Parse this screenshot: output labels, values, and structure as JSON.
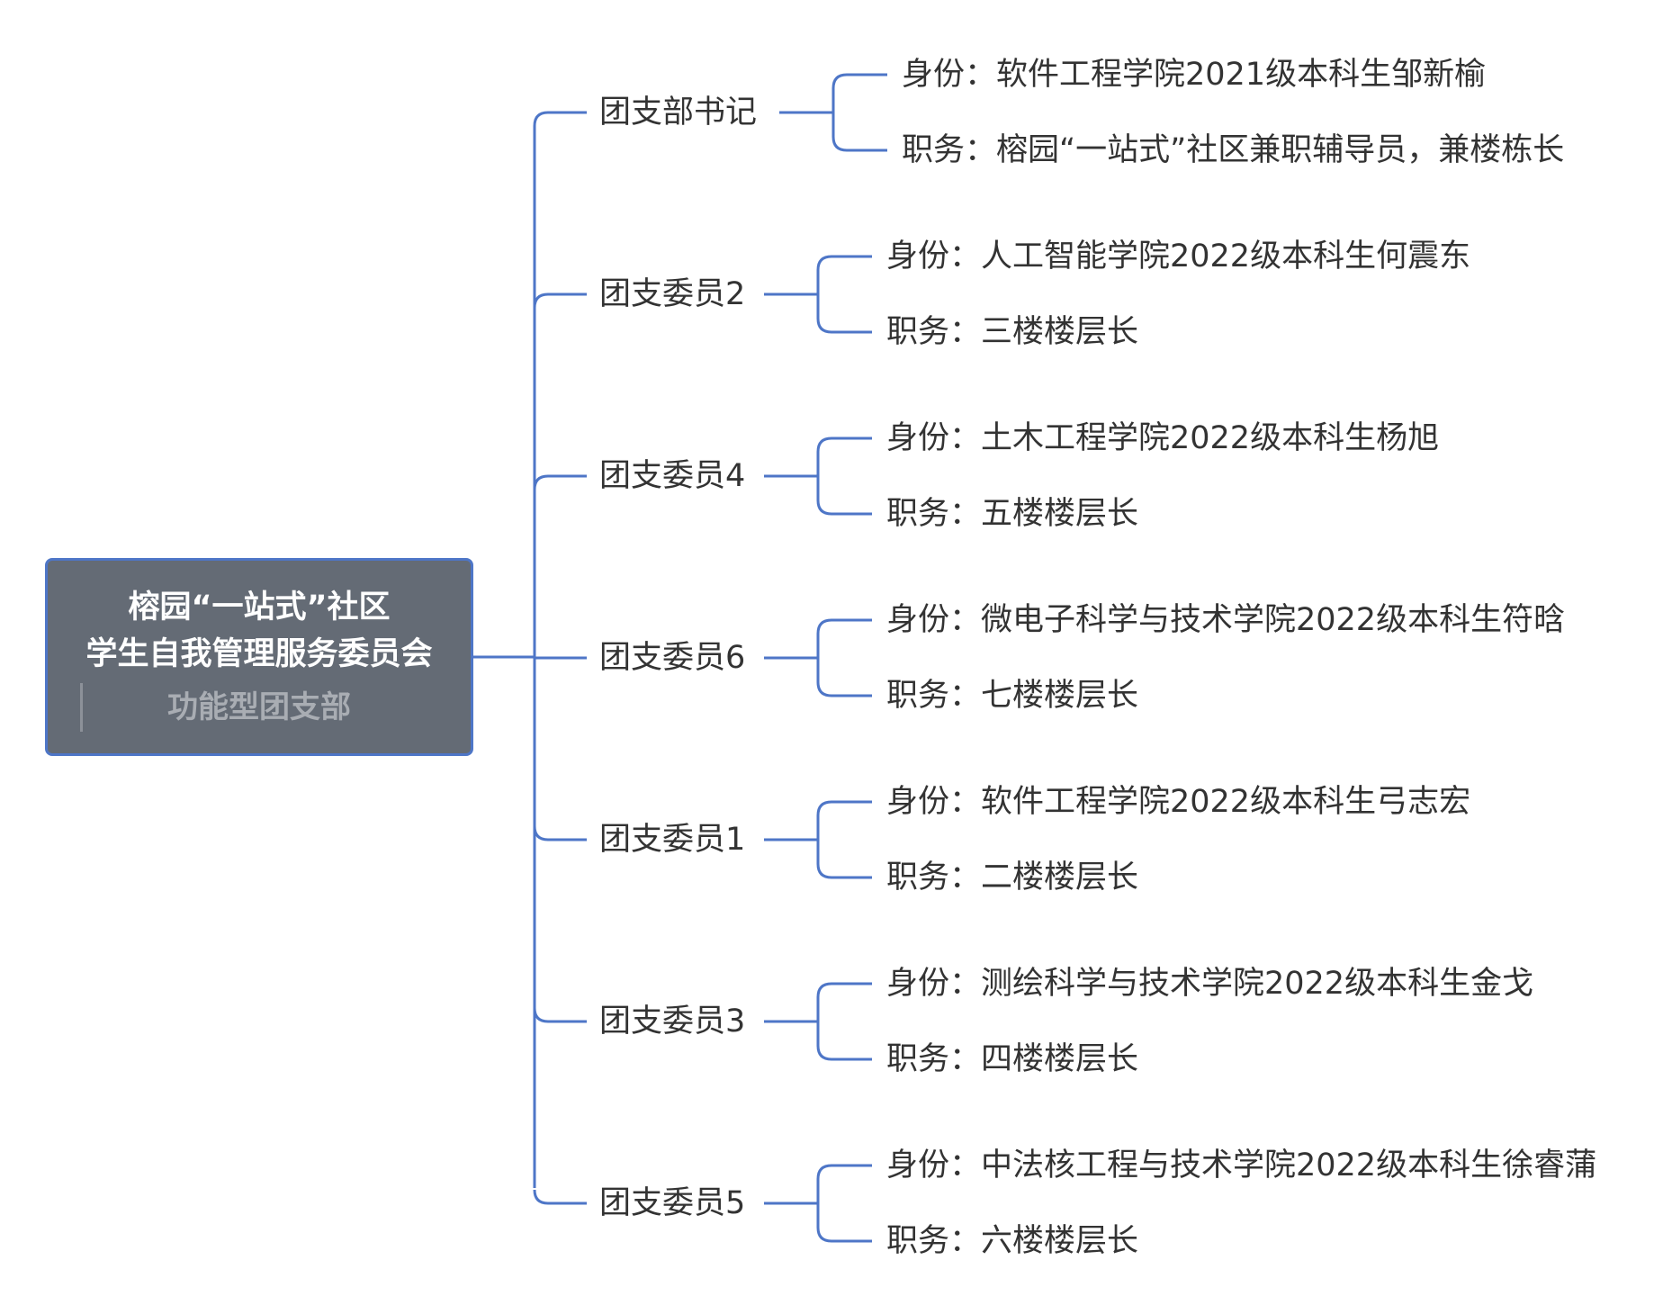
{
  "root": {
    "title_line1": "榕园“一站式”社区",
    "title_line2": "学生自我管理服务委员会",
    "subtitle": "功能型团支部"
  },
  "branches": [
    {
      "label": "团支部书记",
      "identity": "身份：软件工程学院2021级本科生邹新榆",
      "position": "职务：榕园“一站式”社区兼职辅导员，兼楼栋长"
    },
    {
      "label": "团支委员2",
      "identity": "身份：人工智能学院2022级本科生何震东",
      "position": "职务：三楼楼层长"
    },
    {
      "label": "团支委员4",
      "identity": "身份：土木工程学院2022级本科生杨旭",
      "position": "职务：五楼楼层长"
    },
    {
      "label": "团支委员6",
      "identity": "身份：微电子科学与技术学院2022级本科生符晗",
      "position": "职务：七楼楼层长"
    },
    {
      "label": "团支委员1",
      "identity": "身份：软件工程学院2022级本科生弓志宏",
      "position": "职务：二楼楼层长"
    },
    {
      "label": "团支委员3",
      "identity": "身份：测绘科学与技术学院2022级本科生金戈",
      "position": "职务：四楼楼层长"
    },
    {
      "label": "团支委员5",
      "identity": "身份：中法核工程与技术学院2022级本科生徐睿蒲",
      "position": "职务：六楼楼层长"
    }
  ],
  "colors": {
    "connector": "#4e76c7",
    "root_fill": "#646b75",
    "root_border": "#4e76c7",
    "root_text": "#ffffff",
    "root_subtitle": "#a9adb3",
    "text": "#333333"
  }
}
